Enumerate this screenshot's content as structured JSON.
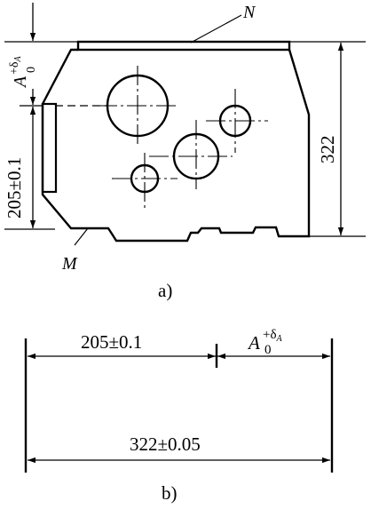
{
  "figure_a": {
    "caption": "a)",
    "datum_labels": {
      "top_face": "N",
      "bottom_face": "M"
    },
    "dim_vertical_205": "205±0.1",
    "dim_vertical_322": "322",
    "dim_A": {
      "symbol": "A",
      "upper": "+δ",
      "upper_sub": "A",
      "lower": "0"
    }
  },
  "figure_b": {
    "caption": "b)",
    "dim_205": "205±0.1",
    "dim_A": {
      "symbol": "A",
      "upper": "+δ",
      "upper_sub": "A",
      "lower": "0"
    },
    "dim_322": "322±0.05"
  }
}
